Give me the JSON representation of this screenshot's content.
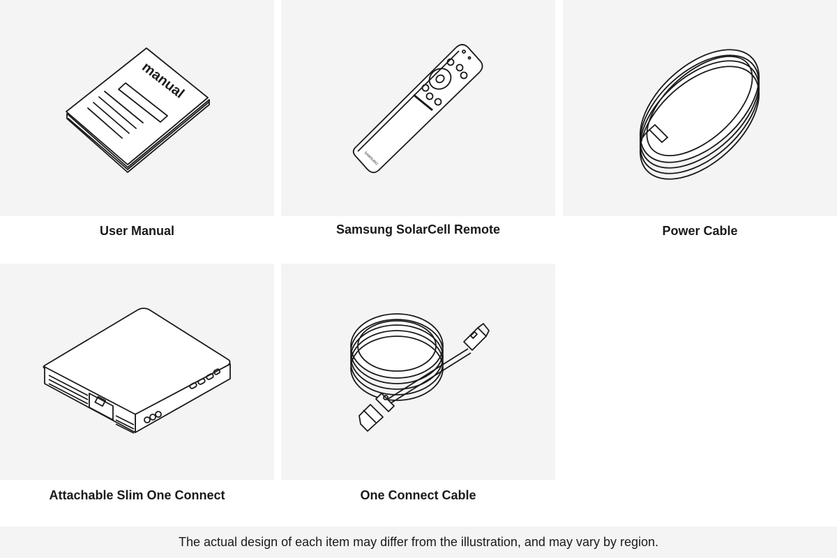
{
  "items": [
    {
      "label": "User Manual",
      "icon": "manual-icon",
      "manual_text": "manual"
    },
    {
      "label": "Samsung SolarCell Remote",
      "icon": "remote-icon",
      "brand_text": "SAMSUNG"
    },
    {
      "label": "Power Cable",
      "icon": "power-cable-icon"
    },
    {
      "label": "Attachable Slim One Connect",
      "icon": "one-connect-box-icon"
    },
    {
      "label": "One Connect Cable",
      "icon": "one-connect-cable-icon"
    }
  ],
  "footer": {
    "note": "The actual design of each item may differ from the illustration, and may vary by region."
  },
  "colors": {
    "tile_background": "#f4f4f4",
    "line": "#1a1a1a"
  }
}
